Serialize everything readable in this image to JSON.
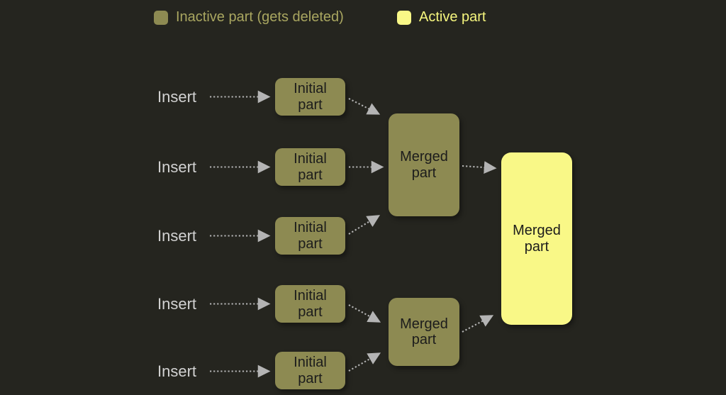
{
  "legend": {
    "inactive_label": "Inactive part (gets deleted)",
    "active_label": "Active part"
  },
  "colors": {
    "background": "#25251f",
    "inactive": "#8d8a52",
    "active": "#f9f887",
    "inactive_text": "#a9a660",
    "active_text": "#f6f67e",
    "arrow": "#b4b4b4",
    "insert_text": "#d2d2d2",
    "box_text": "#1c1c1c"
  },
  "nodes": {
    "inserts": [
      "Insert",
      "Insert",
      "Insert",
      "Insert",
      "Insert"
    ],
    "initials": [
      "Initial part",
      "Initial part",
      "Initial part",
      "Initial part",
      "Initial part"
    ],
    "merged_top": "Merged part",
    "merged_bottom": "Merged part",
    "merged_final": "Merged part"
  }
}
